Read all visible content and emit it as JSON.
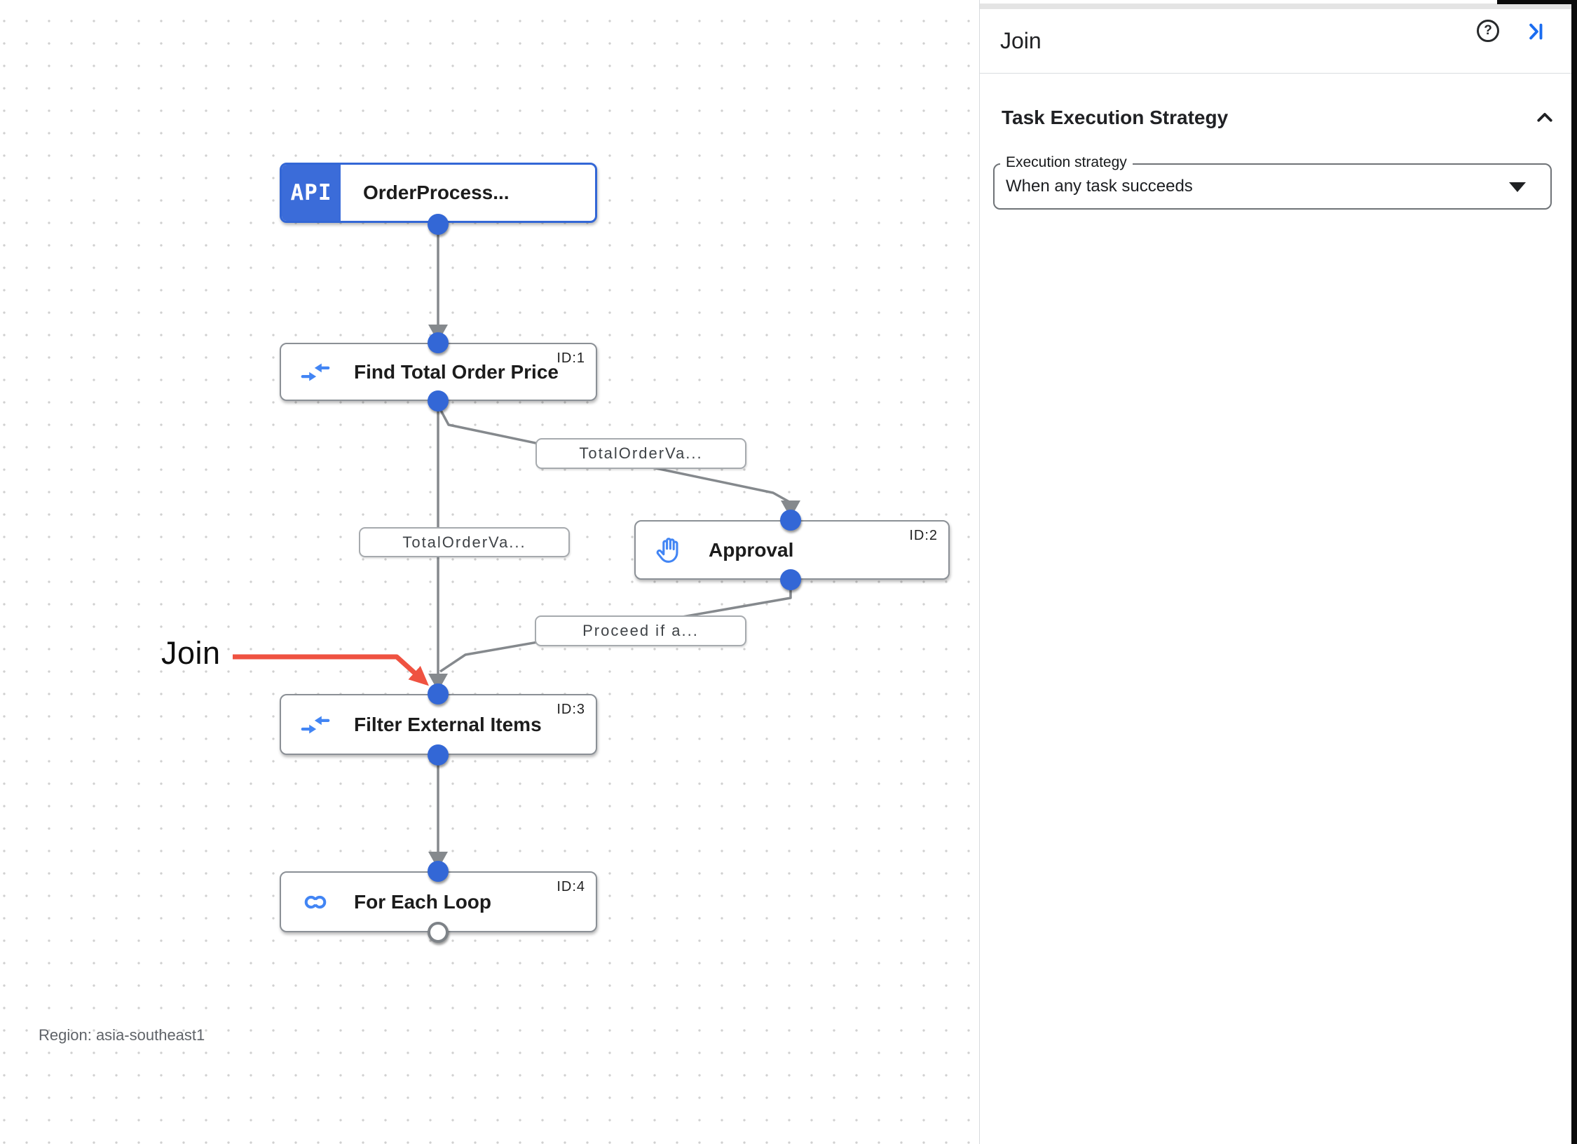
{
  "canvas": {
    "region_label": "Region: asia-southeast1",
    "annotation_label": "Join",
    "trigger": {
      "icon_text": "API",
      "title": "OrderProcess..."
    },
    "nodes": {
      "find": {
        "title": "Find Total Order Price",
        "badge": "ID:1"
      },
      "approval": {
        "title": "Approval",
        "badge": "ID:2"
      },
      "filter": {
        "title": "Filter External Items",
        "badge": "ID:3"
      },
      "foreach": {
        "title": "For Each Loop",
        "badge": "ID:4"
      }
    },
    "edge_labels": {
      "to_approval": "TotalOrderVa...",
      "to_filter": "TotalOrderVa...",
      "from_approval": "Proceed if a..."
    }
  },
  "panel": {
    "title": "Join",
    "help_glyph": "?",
    "section_title": "Task Execution Strategy",
    "field": {
      "label": "Execution strategy",
      "value": "When any task succeeds"
    }
  },
  "colors": {
    "accent_blue": "#3367d6",
    "icon_blue": "#4285f4",
    "edge_gray": "#85898d",
    "annotation_red": "#ef5241"
  }
}
